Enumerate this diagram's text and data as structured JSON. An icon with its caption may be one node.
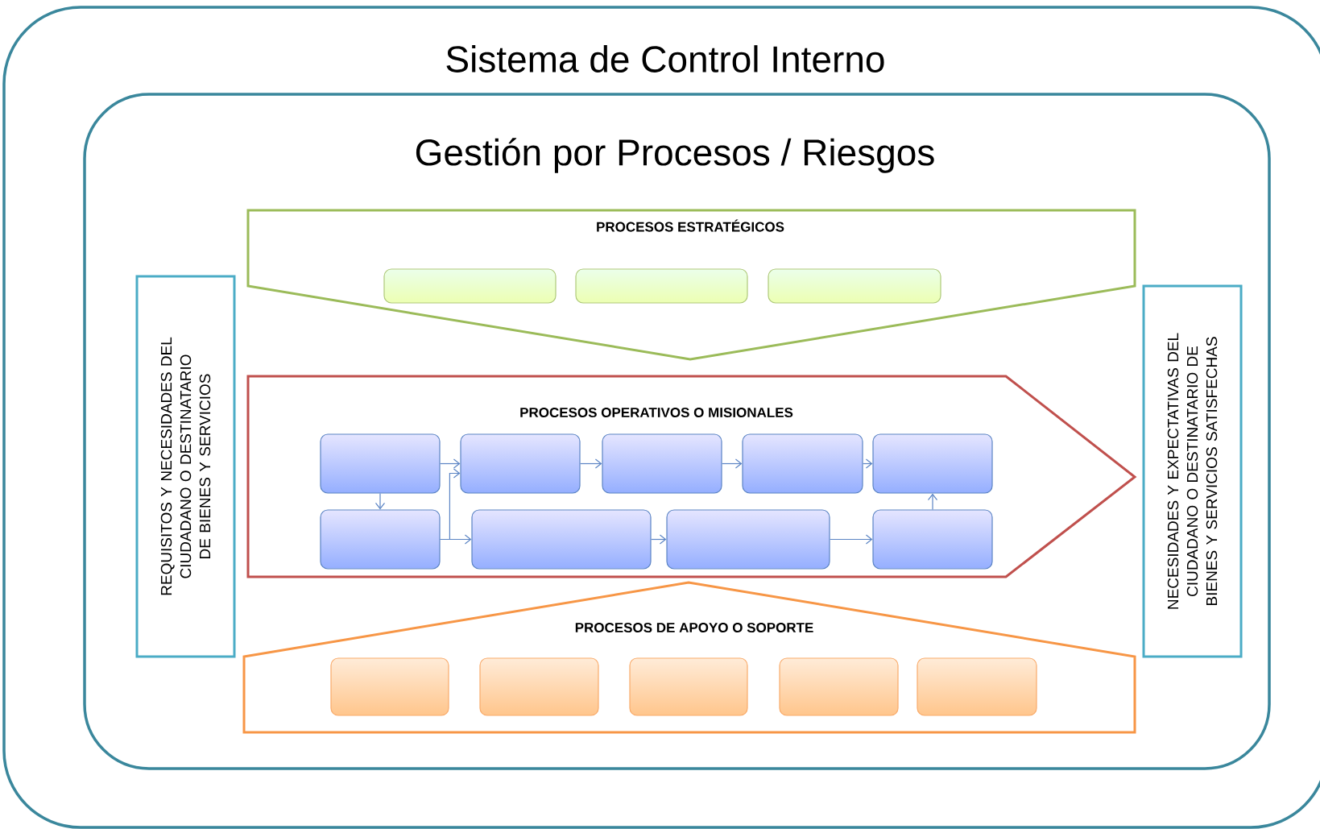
{
  "diagram": {
    "nodes": [
      {
        "text": [
          "Sistema de Control Interno"
        ]
      },
      {
        "text": [
          "Gestión por Procesos / Riesgos"
        ],
        "in": 0
      },
      {
        "text": [
          "REQUISITOS Y NECESIDADES DEL CIUDADANO O DESTINATARIO DE BIENES Y SERVICIOS"
        ],
        "in": 1
      },
      {
        "text": [
          "PROCESOS ESTRATÉGICOS"
        ],
        "in": 1
      },
      {
        "text": [],
        "shape": "box",
        "in": 3
      },
      {
        "text": [],
        "shape": "box",
        "in": 3
      },
      {
        "text": [],
        "shape": "box",
        "in": 3
      },
      {
        "text": [
          "PROCESOS OPERATIVOS O MISIONALES"
        ],
        "in": 1
      },
      {
        "text": [],
        "shape": "box",
        "in": 7
      },
      {
        "text": [],
        "shape": "box",
        "in": 7
      },
      {
        "text": [],
        "shape": "box",
        "in": 7
      },
      {
        "text": [],
        "shape": "box",
        "in": 7
      },
      {
        "text": [],
        "shape": "box",
        "in": 7
      },
      {
        "text": [],
        "shape": "box",
        "in": 7
      },
      {
        "text": [],
        "shape": "box",
        "in": 7
      },
      {
        "text": [],
        "shape": "box",
        "in": 7
      },
      {
        "text": [],
        "shape": "box",
        "in": 7
      },
      {
        "text": [
          "PROCESOS DE APOYO O SOPORTE"
        ],
        "in": 1
      },
      {
        "text": [],
        "shape": "box",
        "in": 17
      },
      {
        "text": [],
        "shape": "box",
        "in": 17
      },
      {
        "text": [],
        "shape": "box",
        "in": 17
      },
      {
        "text": [],
        "shape": "box",
        "in": 17
      },
      {
        "text": [],
        "shape": "box",
        "in": 17
      },
      {
        "text": [
          "NECESIDADES Y EXPECTATIVAS DEL CIUDADANO O DESTINATARIO DE BIENES Y SERVICIOS SATISFECHAS"
        ],
        "in": 1
      }
    ],
    "edges": [
      {
        "from": 8,
        "to": 9,
        "arrow": "to"
      },
      {
        "from": 8,
        "to": 13,
        "arrow": "to"
      },
      {
        "from": 13,
        "to": 14,
        "arrow": "to"
      },
      {
        "from": 13,
        "to": 9,
        "arrow": "to"
      },
      {
        "from": 9,
        "to": 10,
        "arrow": "to"
      },
      {
        "from": 10,
        "to": 11,
        "arrow": "to"
      },
      {
        "from": 11,
        "to": 12,
        "arrow": "to"
      },
      {
        "from": 14,
        "to": 15,
        "arrow": "to"
      },
      {
        "from": 15,
        "to": 16,
        "arrow": "to"
      },
      {
        "from": 16,
        "to": 12,
        "arrow": "to"
      }
    ]
  }
}
